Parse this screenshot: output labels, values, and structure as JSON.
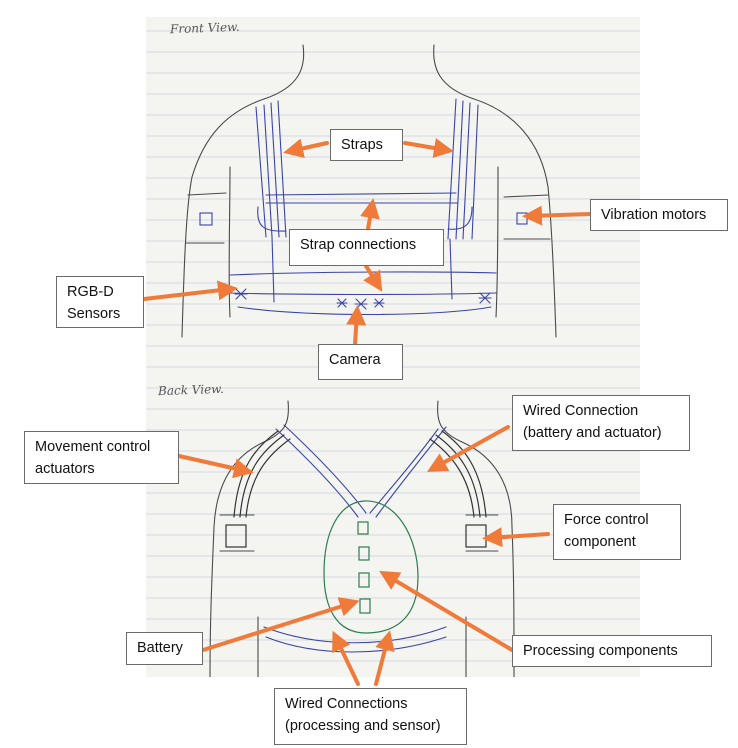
{
  "sections": {
    "front_view": "Front View.",
    "back_view": "Back View."
  },
  "labels": {
    "straps": "Straps",
    "vibration_motors": "Vibration motors",
    "strap_connections": "Strap connections",
    "rgbd_sensors_line1": "RGB-D",
    "rgbd_sensors_line2": "Sensors",
    "camera": "Camera",
    "movement_actuators_line1": "Movement control",
    "movement_actuators_line2": "actuators",
    "wired_battery_line1": "Wired Connection",
    "wired_battery_line2": "(battery and actuator)",
    "force_control_line1": "Force control",
    "force_control_line2": "component",
    "battery": "Battery",
    "processing_components": "Processing components",
    "wired_processing_line1": "Wired Connections",
    "wired_processing_line2": "(processing and sensor)"
  },
  "colors": {
    "arrow": "#ef7a3a",
    "pencil": "#4a4a4a",
    "pen_blue": "#3b45a6",
    "pen_green": "#2e7d4f",
    "ruled_line": "#c9d0dc"
  }
}
